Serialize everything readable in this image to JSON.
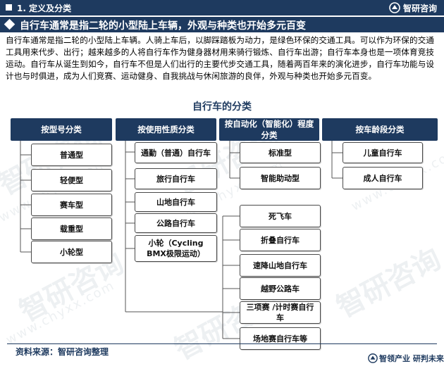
{
  "header": {
    "section_title": "1. 定义及分类",
    "brand": "智研咨询"
  },
  "banner": {
    "title": "自行车通常是指二轮的小型陆上车辆，外观与种类也开始多元百变"
  },
  "intro": {
    "text": "自行车通常是指二轮的小型陆上车辆。人骑上车后，以脚踩踏板为动力，是绿色环保的交通工具。可以作为环保的交通工具用来代步、出行；越来越多的人将自行车作为健身器材用来骑行锻炼、自行车出游；自行车本身也是一项体育竞技运动。自行车从诞生到如今，自行车不但是人们出行的主要代步交通工具，随着两百年来的演化进步，自行车功能与设计也与时俱进，成为人们竞赛、运动健身、自我挑战与休闲旅游的良伴，外观与种类也开始多元百变。"
  },
  "diagram": {
    "title": "自行车的分类",
    "categories": [
      {
        "label": "按型号分类",
        "items": [
          "普通型",
          "轻便型",
          "赛车型",
          "载重型",
          "小轮型"
        ]
      },
      {
        "label": "按使用性质分类",
        "items": [
          "通勤（普通）自行车",
          "旅行自行车",
          "山地自行车",
          "公路自行车",
          "小轮（Cycling BMX极限运动）"
        ]
      },
      {
        "label": "按自动化（智能化）程度分类",
        "items": [
          "标准型",
          "智能助动型"
        ]
      },
      {
        "label": "按车龄段分类",
        "items": [
          "儿童自行车",
          "成人自行车"
        ]
      }
    ],
    "special_items": [
      "死飞车",
      "折叠自行车",
      "速降山地自行车",
      "越野公路车",
      "三项赛 /计时赛自行车",
      "场地赛自行车等"
    ]
  },
  "footer": {
    "source": "资料来源：智研咨询整理",
    "slogan": "智领产业 研判未来"
  },
  "watermark": {
    "cn": "智研咨询",
    "en": "www.chyxx.com"
  },
  "colors": {
    "primary": "#1e3a5f",
    "node_border": "#4a4a4a",
    "background": "#ffffff"
  }
}
